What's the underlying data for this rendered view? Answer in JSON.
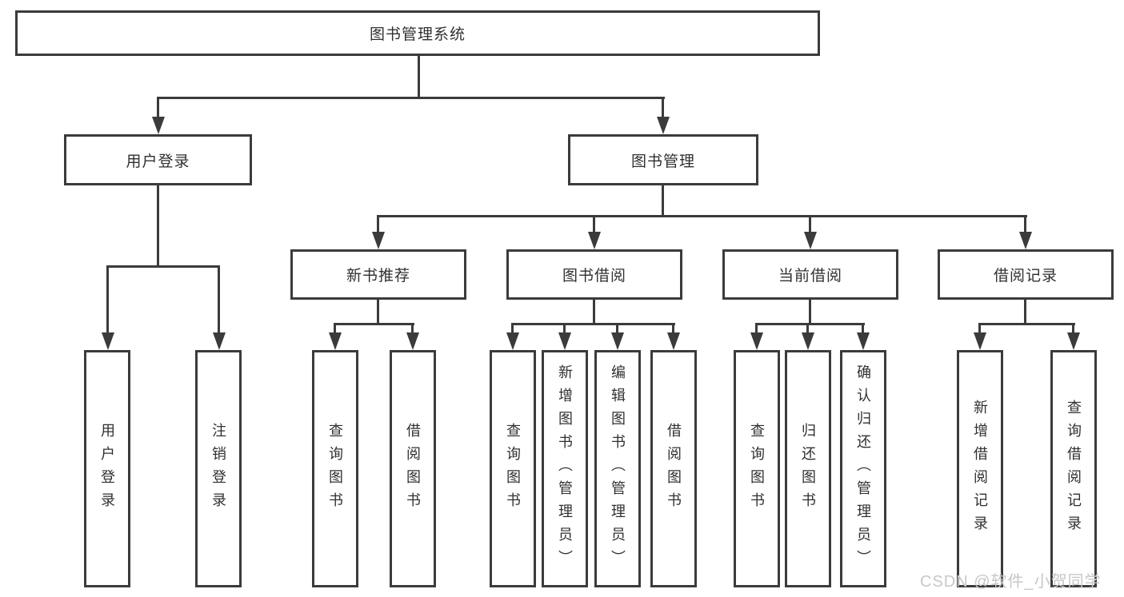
{
  "nodes": {
    "root": "图书管理系统",
    "user_login": "用户登录",
    "book_management": "图书管理",
    "new_book_recommend": "新书推荐",
    "book_borrowing": "图书借阅",
    "current_borrowing": "当前借阅",
    "borrowing_records": "借阅记录",
    "leaf_user_login": "用户登录",
    "leaf_logout": "注销登录",
    "leaf_query_book_a": "查询图书",
    "leaf_borrow_book_a": "借阅图书",
    "leaf_query_book_b": "查询图书",
    "leaf_add_book_admin": "新增图书（管理员）",
    "leaf_edit_book_admin": "编辑图书（管理员）",
    "leaf_borrow_book_b": "借阅图书",
    "leaf_query_book_c": "查询图书",
    "leaf_return_book": "归还图书",
    "leaf_confirm_return_admin": "确认归还（管理员）",
    "leaf_add_borrow_record": "新增借阅记录",
    "leaf_query_borrow_record": "查询借阅记录"
  },
  "watermark": "CSDN @软件_小贺同学",
  "colors": {
    "line": "#3b3b3b",
    "text": "#303030",
    "watermark": "#c9c6c6",
    "background": "#ffffff"
  }
}
